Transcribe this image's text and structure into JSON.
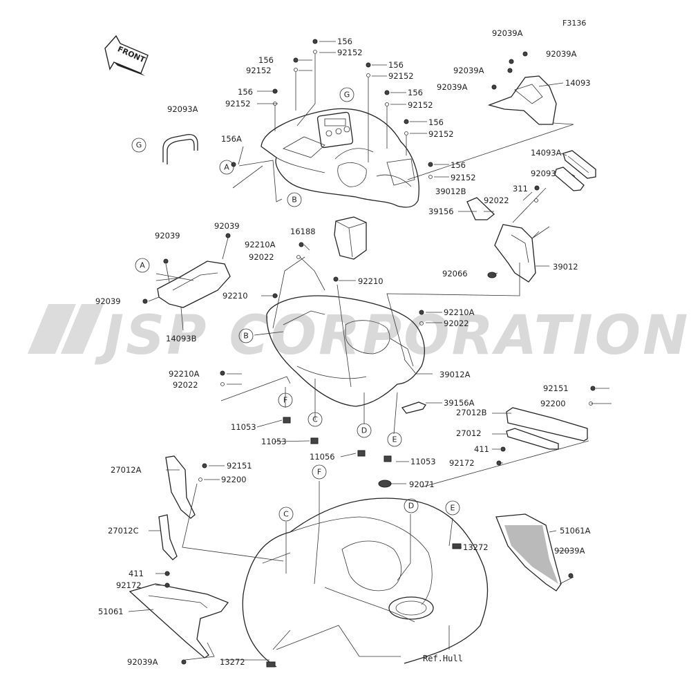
{
  "figure_id": "F3136",
  "watermark": "JSP CORPORATION",
  "front_arrow": "FRONT",
  "reference": "Ref.Hull",
  "callouts": [
    "A",
    "B",
    "C",
    "D",
    "E",
    "F",
    "G"
  ],
  "labels": {
    "l156_1": "156",
    "l92152_1": "92152",
    "l156_2": "156",
    "l92152_2": "92152",
    "l156_3": "156",
    "l92152_3": "92152",
    "l156_4": "156",
    "l92152_4": "92152",
    "l156_5": "156",
    "l92152_5": "92152",
    "l156_6": "156",
    "l92152_6": "92152",
    "l156_7": "156",
    "l92152_7": "92152",
    "l156A": "156A",
    "l92093A": "92093A",
    "l92039A_1": "92039A",
    "l92039A_2": "92039A",
    "l92039A_3": "92039A",
    "l92039A_4": "92039A",
    "l14093": "14093",
    "l14093A": "14093A",
    "l92093": "92093",
    "l311": "311",
    "l39012B": "39012B",
    "l39156": "39156",
    "l92022_1": "92022",
    "l39012": "39012",
    "l92066": "92066",
    "l16188": "16188",
    "l92210A_1": "92210A",
    "l92022_2": "92022",
    "l92210_1": "92210",
    "l92039_1": "92039",
    "l92039_2": "92039",
    "l92039_3": "92039",
    "l14093B": "14093B",
    "l92210_2": "92210",
    "l92210A_2": "92210A",
    "l92022_3": "92022",
    "l39012A": "39012A",
    "l92210A_3": "92210A",
    "l92022_4": "92022",
    "l39156A": "39156A",
    "l11053_1": "11053",
    "l11053_2": "11053",
    "l11053_3": "11053",
    "l11056": "11056",
    "l92151_1": "92151",
    "l92200_1": "92200",
    "l27012B": "27012B",
    "l27012": "27012",
    "l411_1": "411",
    "l92172_1": "92172",
    "l27012A": "27012A",
    "l92151_2": "92151",
    "l92200_2": "92200",
    "l92071": "92071",
    "l27012C": "27012C",
    "l411_2": "411",
    "l92172_2": "92172",
    "l51061": "51061",
    "l51061A": "51061A",
    "l92039A_5": "92039A",
    "l13272_1": "13272",
    "l13272_2": "13272",
    "l92039A_6": "92039A"
  }
}
